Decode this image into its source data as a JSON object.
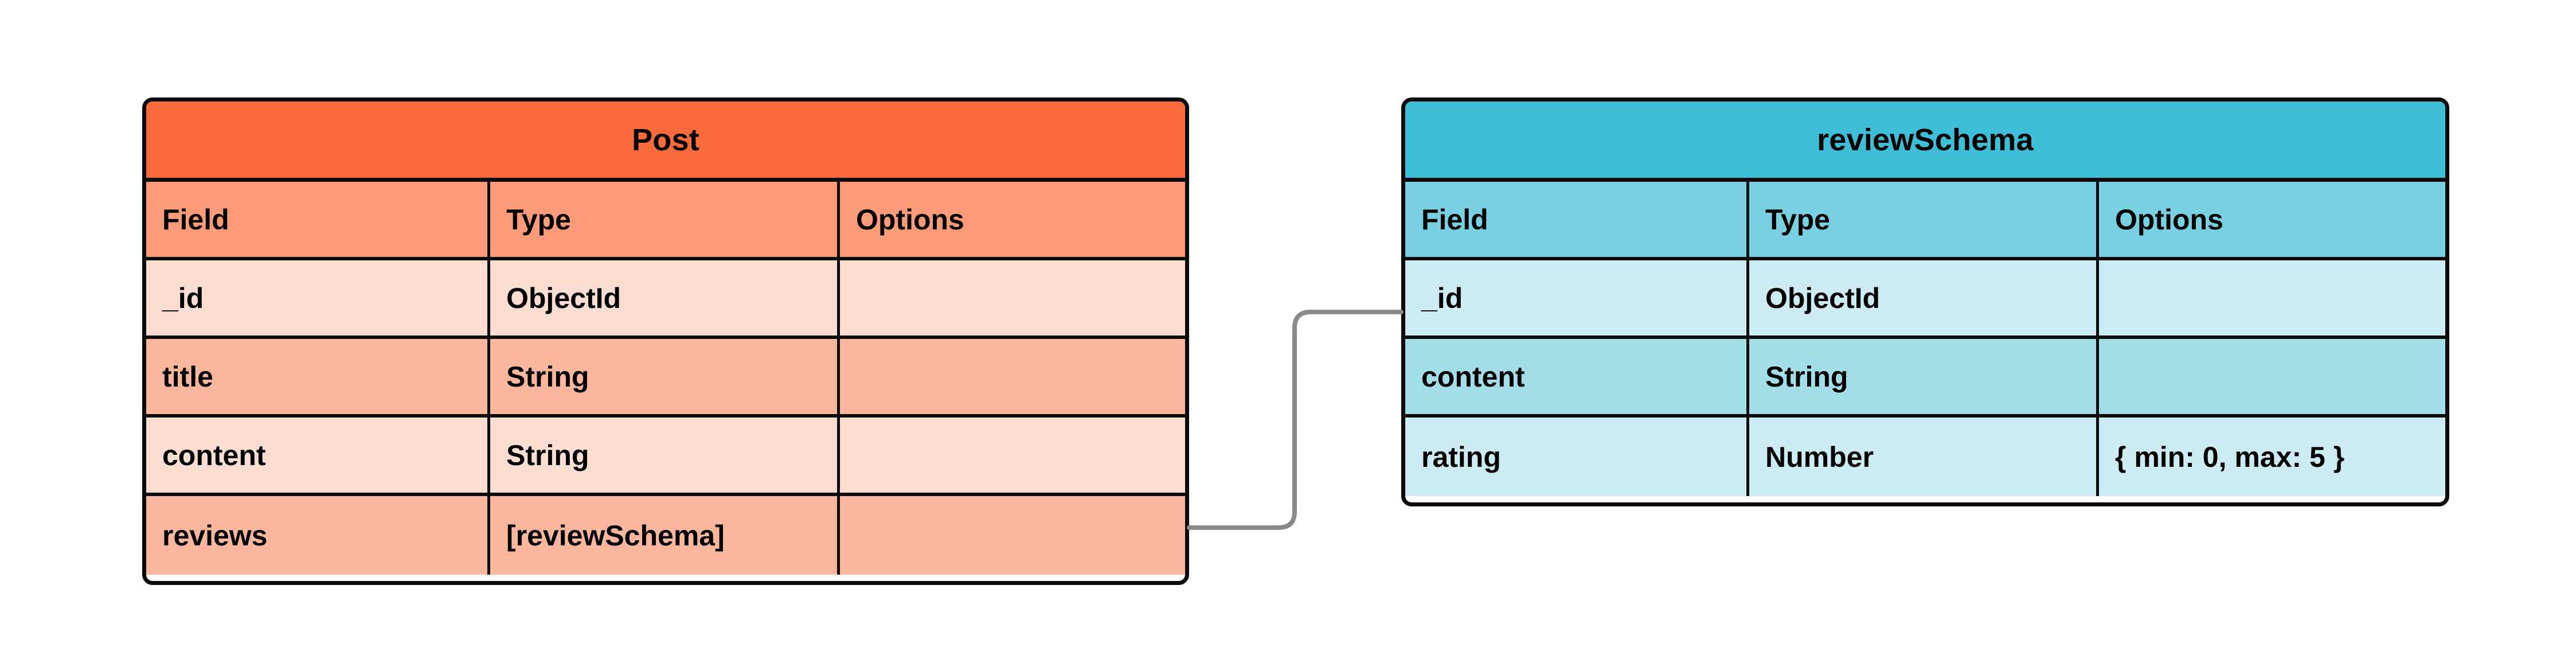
{
  "diagram": {
    "type": "mongoose-schema-relationship",
    "background_color": "#ffffff",
    "border_color": "#0b0b0b",
    "connector": {
      "name": "reviews-to-reviewSchema",
      "color": "#8a8a8a",
      "style": "orthogonal-rounded",
      "from_entity": "Post",
      "from_row": "reviews",
      "to_entity": "reviewSchema",
      "to_row": "_id",
      "label": ""
    }
  },
  "entities": [
    {
      "id": "post",
      "title": "Post",
      "accent_color": "#fb6a3c",
      "header_color": "#fb9b7a",
      "band_light": "#fcddd2",
      "band_dark": "#fbb79d",
      "columns": [
        "Field",
        "Type",
        "Options"
      ],
      "rows": [
        {
          "field": "_id",
          "type": "ObjectId",
          "options": ""
        },
        {
          "field": "title",
          "type": "String",
          "options": ""
        },
        {
          "field": "content",
          "type": "String",
          "options": ""
        },
        {
          "field": "reviews",
          "type": "[reviewSchema]",
          "options": ""
        }
      ]
    },
    {
      "id": "reviewschema",
      "title": "reviewSchema",
      "accent_color": "#3ebdd7",
      "header_color": "#79d0e0",
      "band_light": "#cdebf2",
      "band_dark": "#a3dde7",
      "columns": [
        "Field",
        "Type",
        "Options"
      ],
      "rows": [
        {
          "field": "_id",
          "type": "ObjectId",
          "options": ""
        },
        {
          "field": "content",
          "type": "String",
          "options": ""
        },
        {
          "field": "rating",
          "type": "Number",
          "options": "{ min: 0, max: 5 }"
        }
      ]
    }
  ]
}
